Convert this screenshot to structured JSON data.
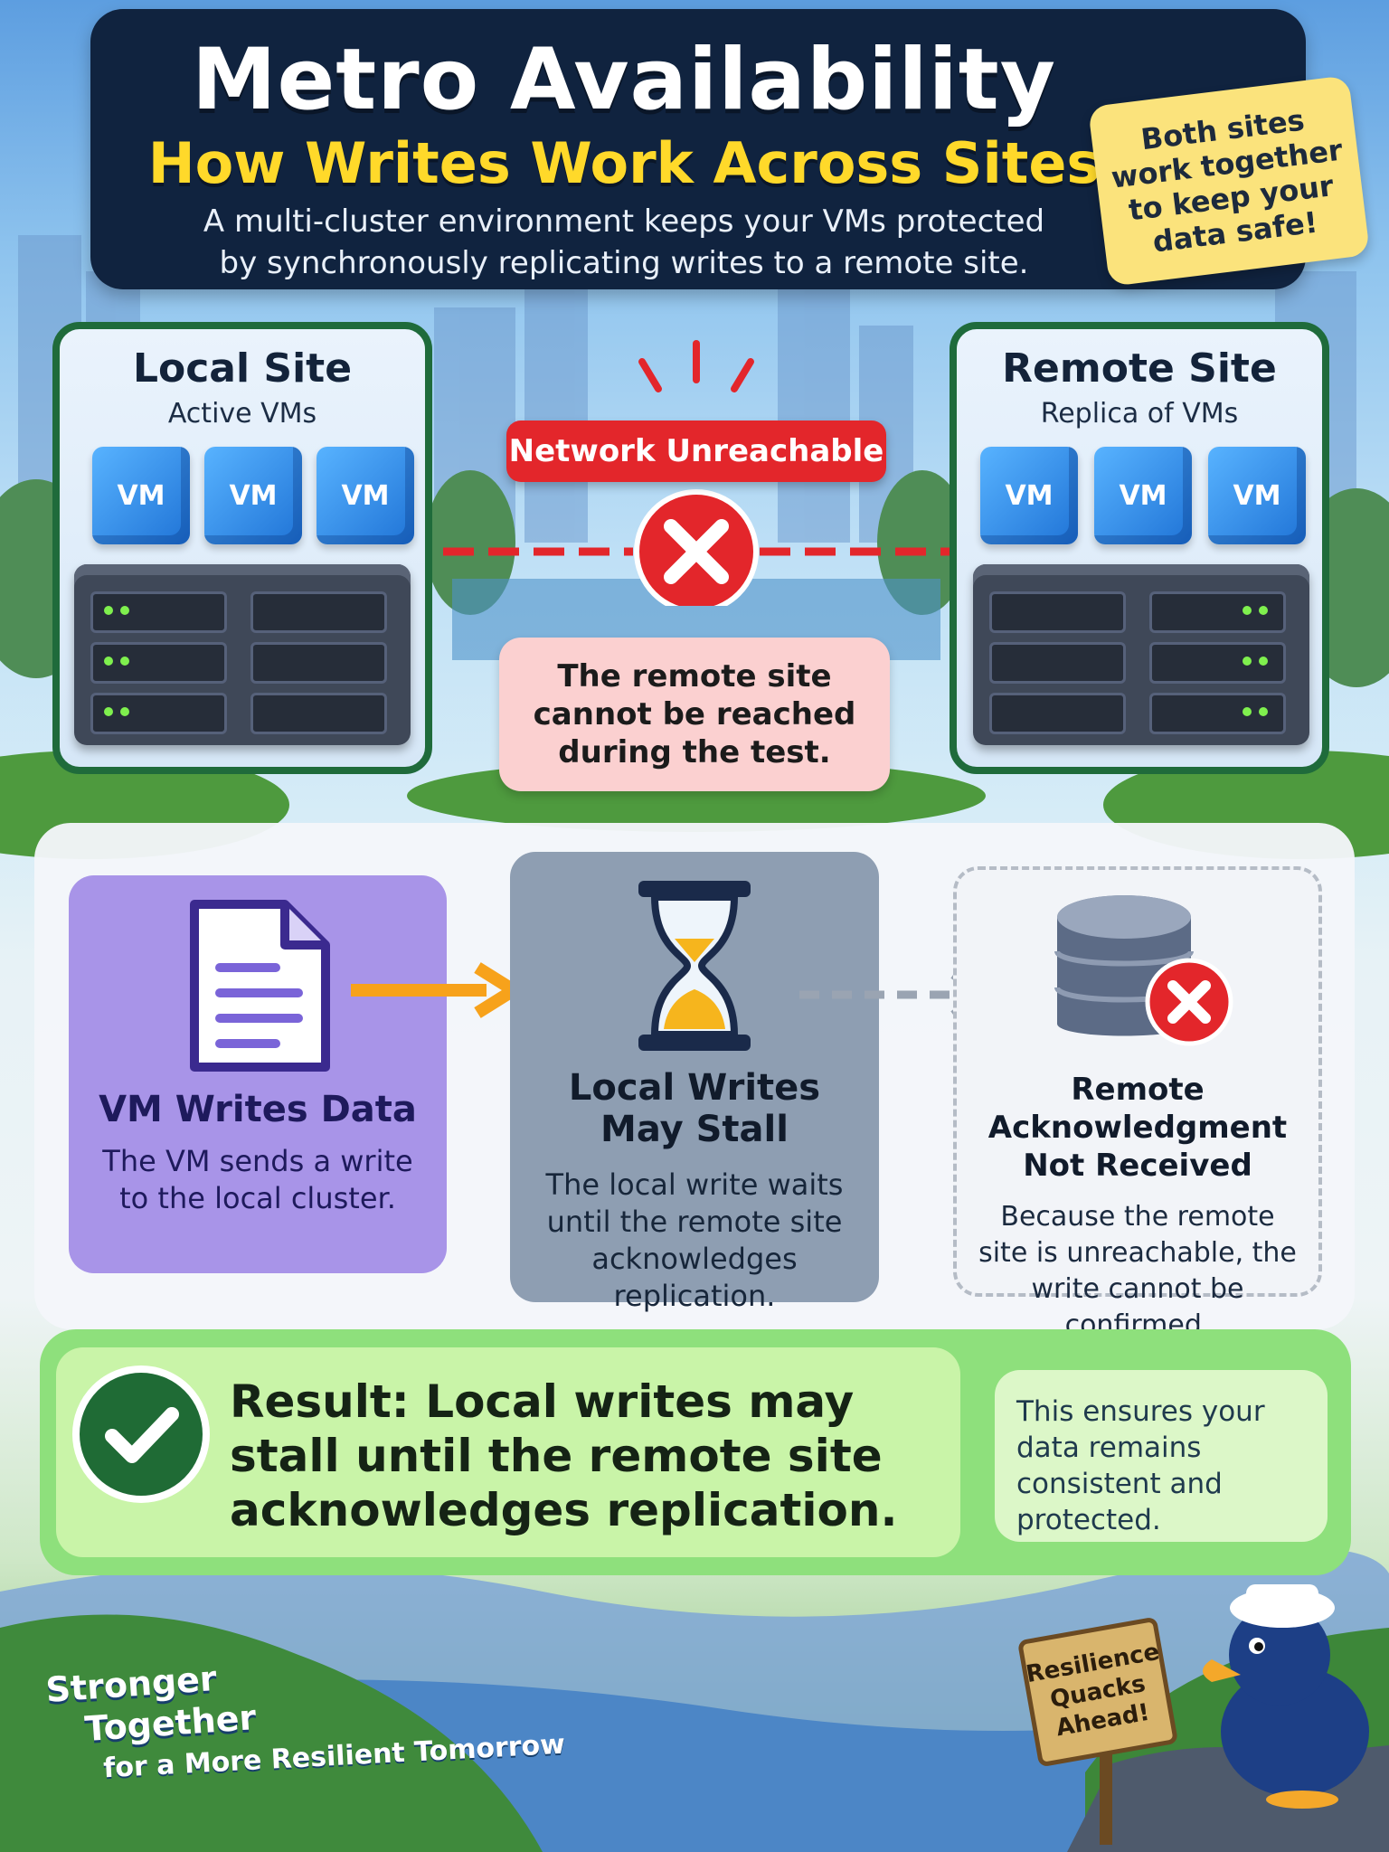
{
  "header": {
    "title": "Metro Availability",
    "subtitle": "How Writes Work Across Sites",
    "intro_line1": "A multi-cluster environment keeps your VMs protected",
    "intro_line2": "by synchronously replicating writes to a remote site."
  },
  "callout": {
    "text": "Both sites work together to keep your data safe!"
  },
  "local_site": {
    "title": "Local Site",
    "subtitle": "Active VMs",
    "vms": [
      "VM",
      "VM",
      "VM"
    ]
  },
  "remote_site": {
    "title": "Remote Site",
    "subtitle": "Replica of VMs",
    "vms": [
      "VM",
      "VM",
      "VM"
    ]
  },
  "network": {
    "status_label": "Network Unreachable",
    "note": "The remote site cannot be reached during the test."
  },
  "steps": [
    {
      "title": "VM Writes Data",
      "text": "The VM sends a write to the local cluster."
    },
    {
      "title_line1": "Local Writes",
      "title_line2": "May Stall",
      "text": "The local write waits until the remote site acknowledges replication."
    },
    {
      "title_line1": "Remote Acknowledgment",
      "title_line2": "Not Received",
      "text": "Because the remote site is unreachable, the write cannot be confirmed."
    }
  ],
  "result": {
    "text": "Result: Local writes may stall until the remote site acknowledges replication.",
    "side_note": "This ensures your data remains consistent and protected."
  },
  "footer": {
    "line1": "Stronger",
    "line2": "Together",
    "line3": "for a More Resilient Tomorrow"
  },
  "mascot_sign": "Resilience Quacks Ahead!",
  "colors": {
    "header_bg": "#10233f",
    "subtitle_yellow": "#ffd92a",
    "alert_red": "#e3262b",
    "site_border_green": "#1f6b3b",
    "step1_purple": "#a894e8",
    "step2_slate": "#8e9eb2",
    "result_green": "#8ee07c"
  }
}
